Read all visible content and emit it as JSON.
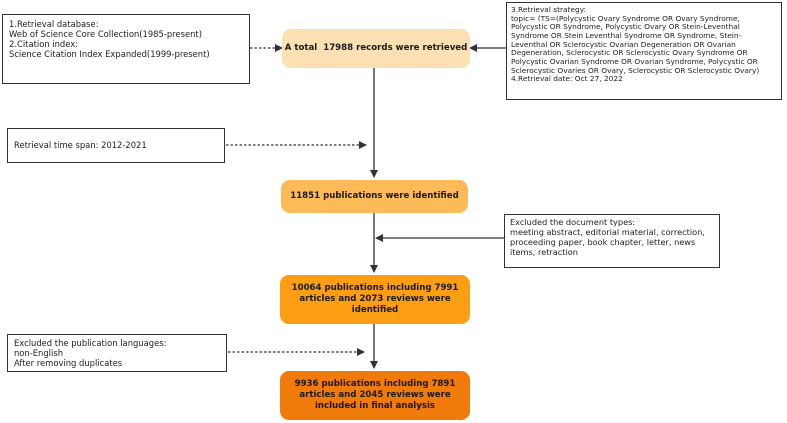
{
  "colors": {
    "step1": "#FCE0B4",
    "step2": "#FDBA58",
    "step3": "#FB9E14",
    "step4": "#F07A0A",
    "line": "#333333"
  },
  "database_note": {
    "lines": [
      "1.Retrieval database:",
      "Web of Science Core Collection(1985-present)",
      "2.Citation index:",
      "Science Citation Index Expanded(1999-present)"
    ]
  },
  "strategy_note": {
    "lines": [
      "3.Retrieval strategy:",
      "topic=   (TS=(Polycystic Ovary Syndrome OR Ovary Syndrome,",
      "Polycystic OR Syndrome, Polycystic Ovary OR Stein-Leventhal",
      "Syndrome OR Stein Leventhal Syndrome OR Syndrome, Stein-",
      "Leventhal OR Sclerocystic Ovarian Degeneration OR Ovarian",
      "Degeneration, Sclerocystic OR Sclerocystic Ovary Syndrome OR",
      "Polycystic Ovarian Syndrome OR Ovarian Syndrome, Polycystic OR",
      "Sclerocystic Ovaries OR Ovary, Sclerocystic OR Sclerocystic Ovary)",
      "4.Retrieval date: Oct 27, 2022"
    ]
  },
  "timespan_note": {
    "lines": [
      "Retrieval time span: 2012-2021"
    ]
  },
  "doctype_note": {
    "lines": [
      "Excluded the document types:",
      "meeting abstract, editorial material, correction,",
      "proceeding paper, book chapter, letter, news",
      "items, retraction"
    ]
  },
  "language_note": {
    "lines": [
      "Excluded the publication languages:",
      "non-English",
      "After removing duplicates"
    ]
  },
  "steps": [
    {
      "text": "A total  17988 records were retrieved"
    },
    {
      "text": "11851 publications were identified"
    },
    {
      "text": "10064 publications including 7991 articles and 2073 reviews were identified"
    },
    {
      "text": "9936 publications including 7891 articles and 2045 reviews were included in final analysis"
    }
  ]
}
